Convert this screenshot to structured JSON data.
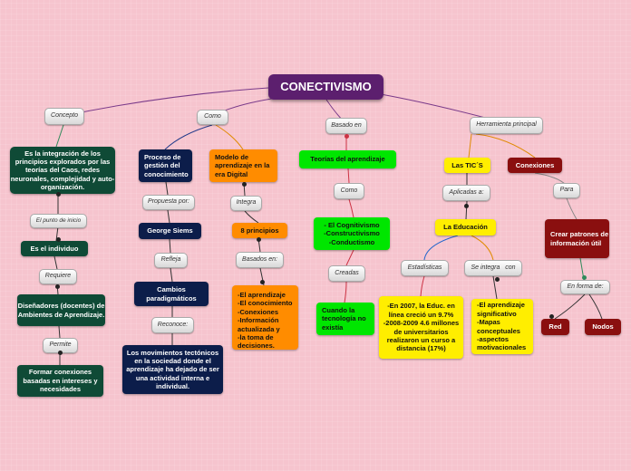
{
  "title": "CONECTIVISMO",
  "col1": {
    "concepto": "Concepto",
    "def": "Es la integración de los principios explorados por las teorías del Caos, redes neuronales, complejidad y auto-organización.",
    "punto": "El punto de inicio",
    "individuo": "Es el individuo",
    "requiere": "Requiere",
    "disenadores": "Diseñadores (docentes) de Ambientes de Aprendizaje.",
    "permite": "Permite",
    "formar": "Formar conexiones basadas en intereses y necesidades"
  },
  "col2": {
    "como": "Como",
    "proceso": "Proceso de gestión del conocimiento",
    "propuesta": "Propuesta por:",
    "siems": "George Siems",
    "refleja": "Refleja",
    "cambios": "Cambios paradigmáticos",
    "reconoce": "Reconoce:",
    "movimientos": "Los movimientos tectónicos en la sociedad donde el aprendizaje ha dejado de ser una actividad interna e individual.",
    "modelo": "Modelo de aprendizaje en la era Digital",
    "integra": "Integra",
    "principios": "8 principios",
    "basados": "Basados en:",
    "lista": "-El aprendizaje\n-El conocimiento\n-Conexiones\n-Información actualizada y\n-la toma de decisiones."
  },
  "col3": {
    "basado": "Basado en",
    "teorias": "Teorías del aprendizaje",
    "como": "Como",
    "cognitivismo": "- El Cognitivismo\n-Constructivismo\n-Conductismo",
    "creadas": "Creadas",
    "cuando": "Cuando la tecnología no existía"
  },
  "col4": {
    "herramienta": "Herramienta principal",
    "tics": "Las TIC´S",
    "aplicadas": "Aplicadas a:",
    "educacion": "La Educación",
    "estadisticas": "Estadísticas",
    "dato": "-En 2007, la Educ. en línea creció un 9.7%\n-2008-2009 4.6 millones de universitarios realizaron un curso a distancia (17%)",
    "integra": "Se integra   con",
    "aprendizaje": "-El aprendizaje significativo\n-Mapas conceptuales\n-aspectos motivacionales",
    "conexiones": "Conexiones",
    "para": "Para",
    "crear": "Crear patrones de información útil",
    "forma": "En forma de:",
    "red": "Red",
    "nodos": "Nodos"
  },
  "colors": {
    "background": "#f6c4ce",
    "title": "#5c1f6e",
    "dark_green": "#0f4a36",
    "navy": "#0c1d4a",
    "orange": "#ff8c00",
    "green": "#00e600",
    "yellow": "#ffee00",
    "dark_red": "#8a0f0f"
  }
}
